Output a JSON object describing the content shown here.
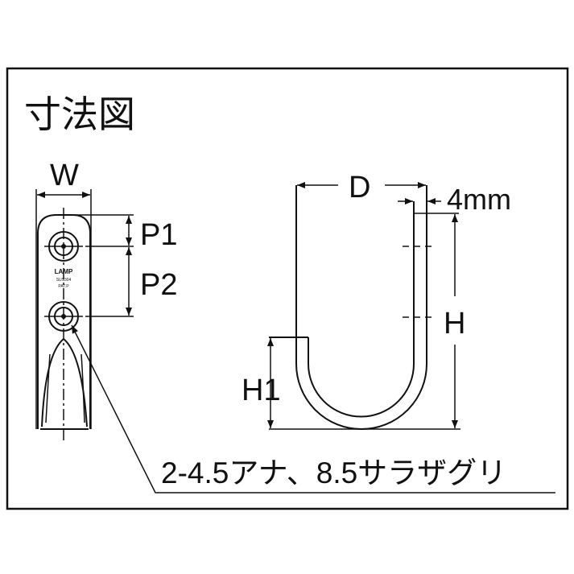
{
  "title": "寸法図",
  "labels": {
    "w": "W",
    "p1": "P1",
    "p2": "P2",
    "d": "D",
    "thickness": "4mm",
    "h": "H",
    "h1": "H1",
    "hole_note": "2-4.5アナ、8.5サラザグリ"
  },
  "plate_marking": {
    "brand": "LAMP",
    "material": "SUS304",
    "patent": "PAT.P"
  }
}
